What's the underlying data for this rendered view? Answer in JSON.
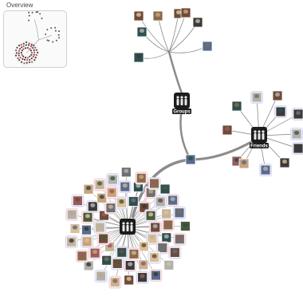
{
  "overview": {
    "title": "Overview"
  },
  "hubs": [
    {
      "id": "groups",
      "label": "Groups"
    },
    {
      "id": "friends",
      "label": "Friends"
    },
    {
      "id": "network",
      "label": ""
    }
  ],
  "colors": {
    "edge": "#7d7d7d",
    "main_edge": "#8c8c8c",
    "hub": "#1c1c1c",
    "halo_pink": "#f6d5dc",
    "halo_blue": "#d9dcf5",
    "overview_border": "#cfcfcf"
  },
  "icons": {
    "hub": "people-group-icon",
    "node": "profile-photo",
    "overview": "minimap-icon"
  }
}
